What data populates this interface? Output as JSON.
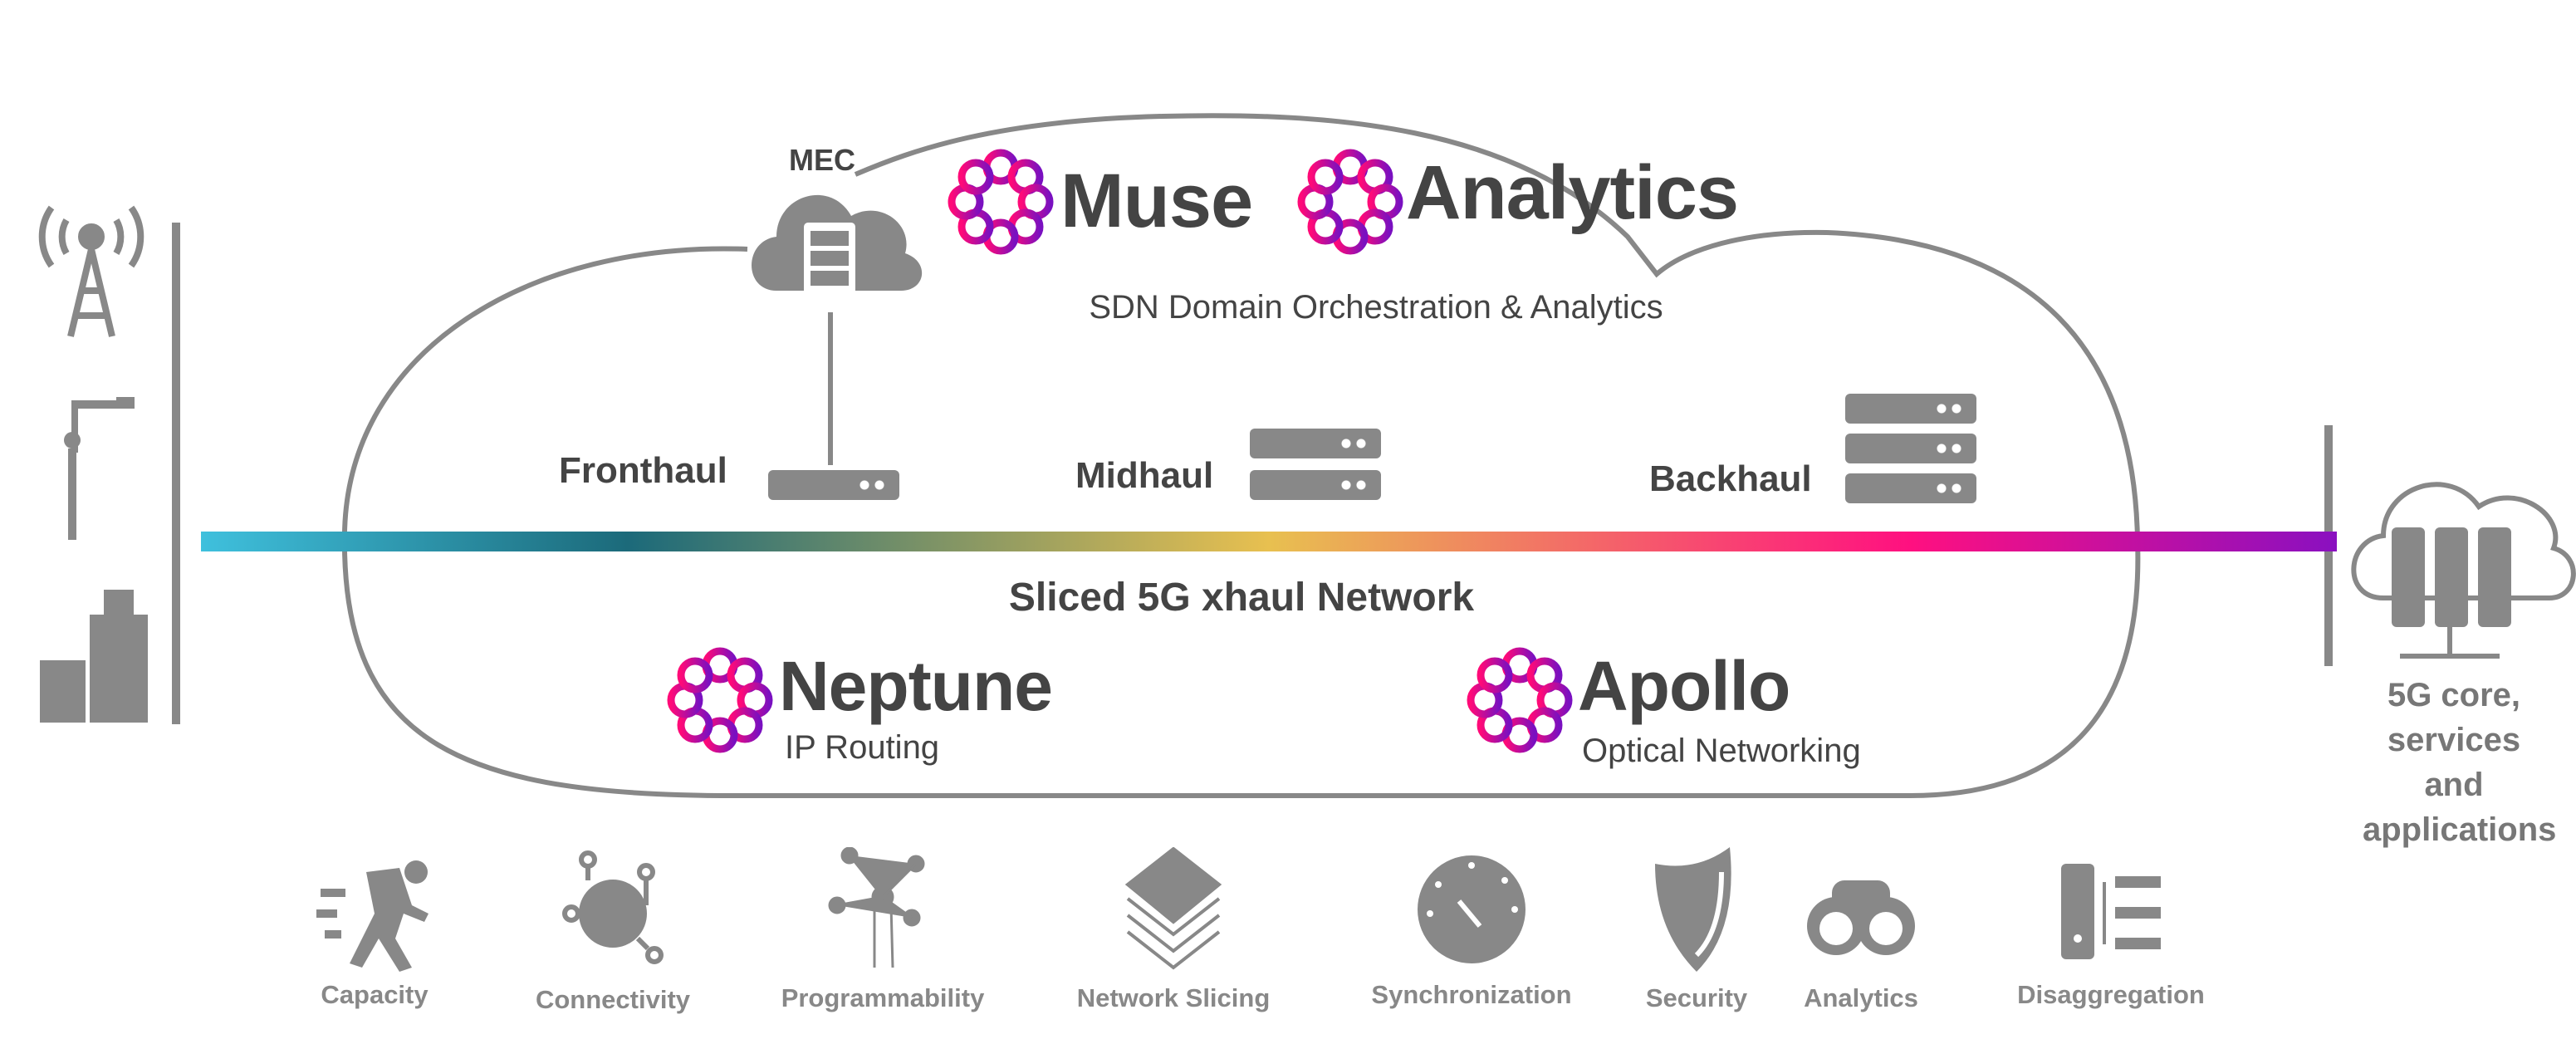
{
  "orchestration": {
    "mec_label": "MEC",
    "brand1": "Muse",
    "brand2": "Analytics",
    "subtitle": "SDN Domain Orchestration & Analytics"
  },
  "xhaul": {
    "fronthaul": "Fronthaul",
    "midhaul": "Midhaul",
    "backhaul": "Backhaul",
    "network_label": "Sliced 5G xhaul Network"
  },
  "products": [
    {
      "name": "Neptune",
      "desc": "IP Routing"
    },
    {
      "name": "Apollo",
      "desc": "Optical Networking"
    }
  ],
  "core": {
    "label": "5G core, services and applications"
  },
  "features": [
    "Capacity",
    "Connectivity",
    "Programmability",
    "Network Slicing",
    "Synchronization",
    "Security",
    "Analytics",
    "Disaggregation"
  ],
  "colors": {
    "gray": "#888888",
    "text": "#444444",
    "gradient": [
      "#3fc0dd",
      "#1c6a7a",
      "#e8c050",
      "#ff1080",
      "#8a10c0"
    ]
  }
}
